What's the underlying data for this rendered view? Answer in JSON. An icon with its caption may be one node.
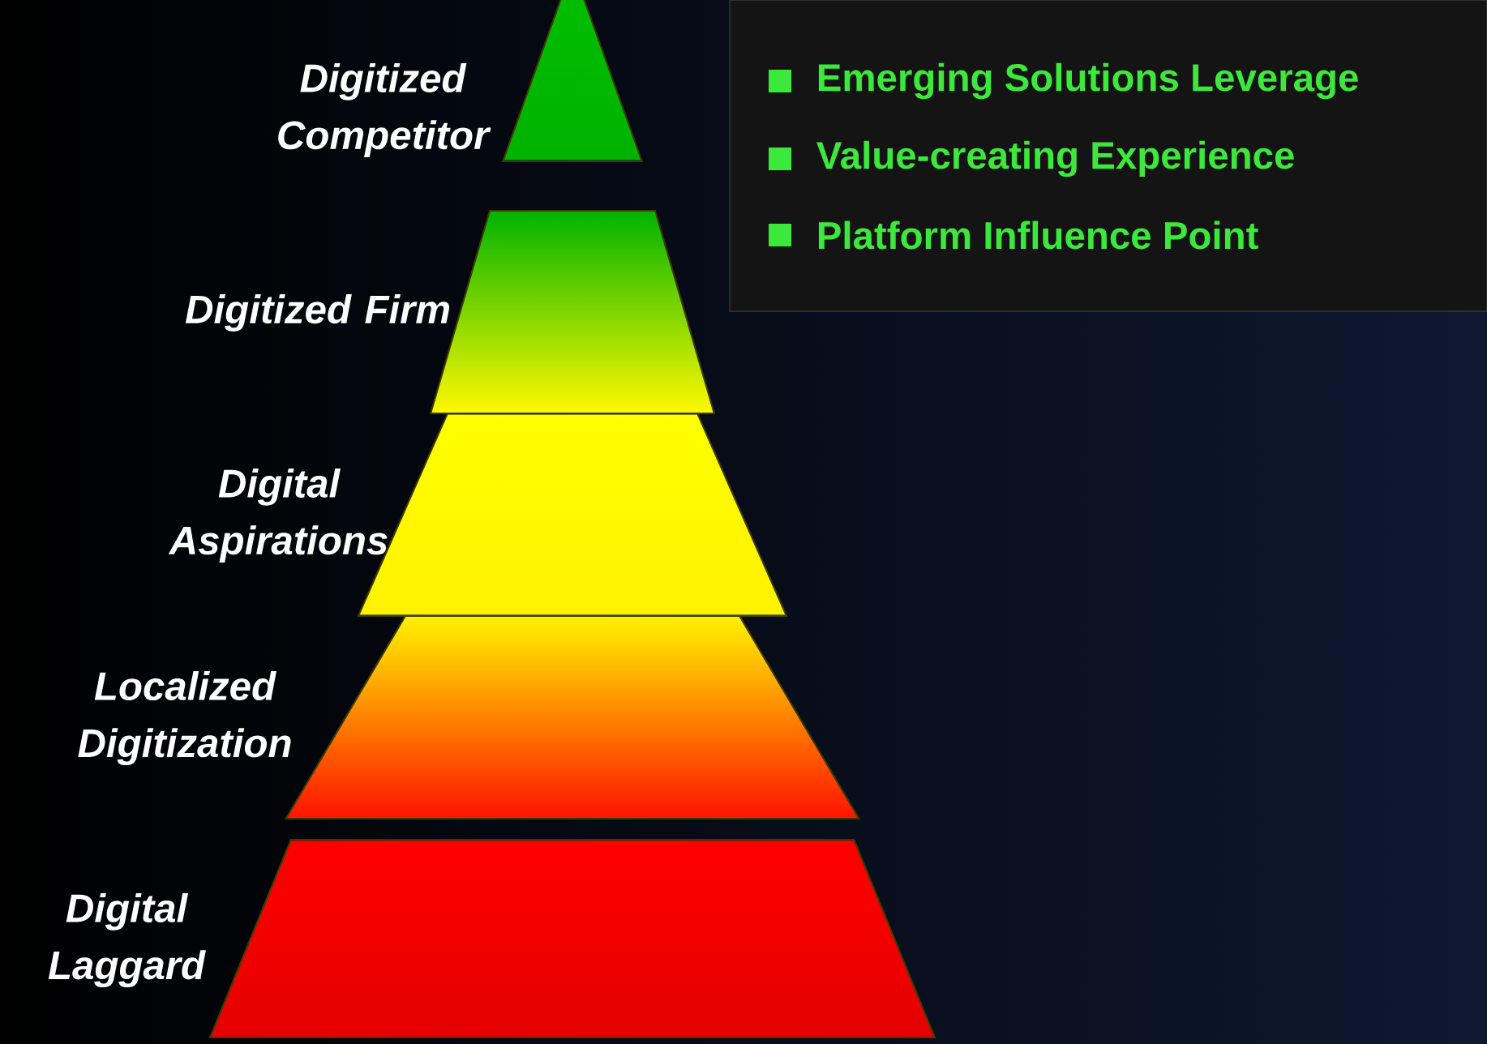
{
  "diagram": {
    "nodes": [
      {
        "text": [],
        "shape": "triangle",
        "beside": [
          "Digitized Competitor"
        ]
      },
      {
        "text": [],
        "shape": "trapezoid",
        "beside": [
          "Digitized Firm"
        ]
      },
      {
        "text": [],
        "shape": "trapezoid",
        "beside": [
          "Digital Aspirations"
        ]
      },
      {
        "text": [],
        "shape": "trapezoid",
        "beside": [
          "Localized Digitization"
        ]
      },
      {
        "text": [],
        "shape": "trapezoid",
        "beside": [
          "Digital Laggard"
        ]
      },
      {
        "text": [
          "Emerging Solutions Leverage",
          "Value-creating Experience",
          "Platform Influence Point"
        ]
      }
    ]
  }
}
